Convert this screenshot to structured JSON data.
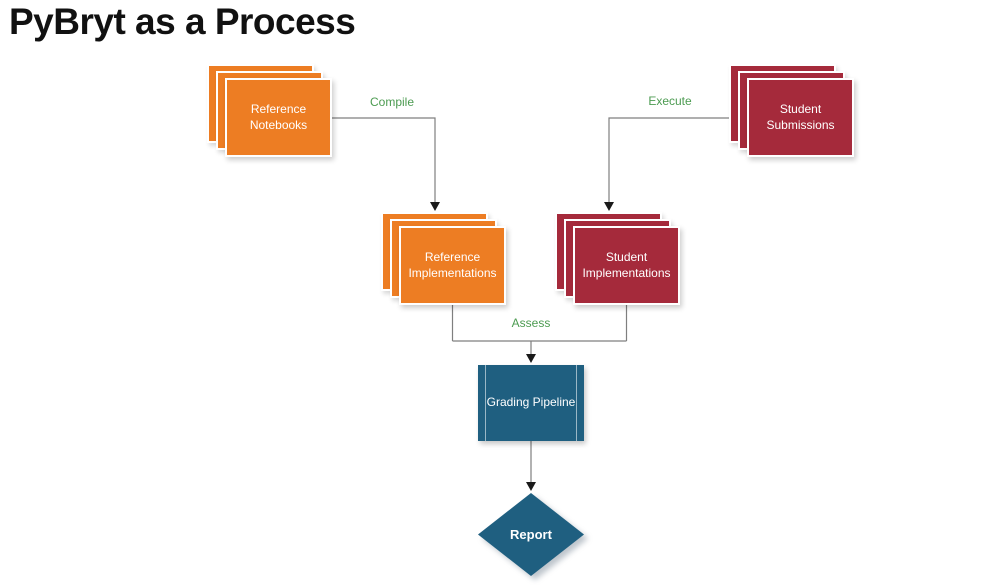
{
  "title": "PyBryt as a Process",
  "nodes": {
    "reference_notebooks": {
      "label": "Reference Notebooks",
      "shape": "stacked-documents"
    },
    "student_submissions": {
      "label": "Student Submissions",
      "shape": "stacked-documents"
    },
    "reference_implementations": {
      "label": "Reference Implementations",
      "shape": "stacked-documents"
    },
    "student_implementations": {
      "label": "Student Implementations",
      "shape": "stacked-documents"
    },
    "grading_pipeline": {
      "label": "Grading Pipeline",
      "shape": "predefined-process"
    },
    "report": {
      "label": "Report",
      "shape": "decision-diamond"
    }
  },
  "edges": {
    "compile": {
      "label": "Compile",
      "from": "reference_notebooks",
      "to": "reference_implementations"
    },
    "execute": {
      "label": "Execute",
      "from": "student_submissions",
      "to": "student_implementations"
    },
    "assess": {
      "label": "Assess",
      "from": "reference_implementations, student_implementations",
      "to": "grading_pipeline"
    },
    "output": {
      "from": "grading_pipeline",
      "to": "report"
    }
  },
  "colors": {
    "orange": "#ED7D23",
    "maroon": "#A52A3B",
    "blue": "#1F5F80",
    "edge_label": "#4C9B51",
    "connector": "#7F7F7F",
    "arrowhead": "#1A1A1A",
    "title_text": "#111111",
    "node_text": "#FFFFFF",
    "background": "#FFFFFF"
  }
}
